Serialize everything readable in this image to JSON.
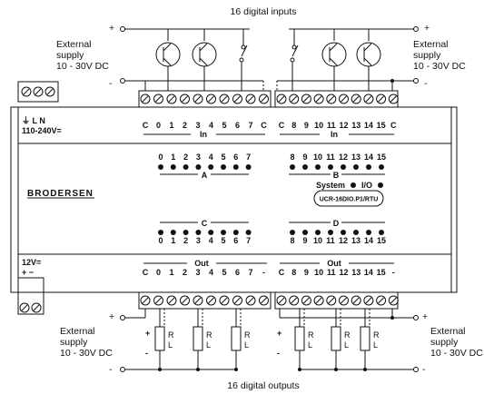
{
  "title_top": "16 digital inputs",
  "title_bottom": "16 digital outputs",
  "supply": {
    "line1": "External",
    "line2": "supply",
    "line3": "10 - 30V DC",
    "plus": "+",
    "minus": "-"
  },
  "power": {
    "ground_l_n": "⏚ L  N",
    "voltage": "110-240V="
  },
  "power12": {
    "voltage": "12V=",
    "polarity": "+  −"
  },
  "inputs": {
    "left_terminals": [
      "C",
      "0",
      "1",
      "2",
      "3",
      "4",
      "5",
      "6",
      "7",
      "C"
    ],
    "right_terminals": [
      "C",
      "8",
      "9",
      "10",
      "11",
      "12",
      "13",
      "14",
      "15",
      "C"
    ],
    "group_label": "In"
  },
  "leds": {
    "A": {
      "label": "A",
      "numbers": [
        "0",
        "1",
        "2",
        "3",
        "4",
        "5",
        "6",
        "7"
      ]
    },
    "B": {
      "label": "B",
      "numbers": [
        "8",
        "9",
        "10",
        "11",
        "12",
        "13",
        "14",
        "15"
      ]
    },
    "C": {
      "label": "C",
      "numbers": [
        "0",
        "1",
        "2",
        "3",
        "4",
        "5",
        "6",
        "7"
      ]
    },
    "D": {
      "label": "D",
      "numbers": [
        "8",
        "9",
        "10",
        "11",
        "12",
        "13",
        "14",
        "15"
      ]
    },
    "system_label": "System",
    "io_label": "I/O"
  },
  "brand": "BRODERSEN",
  "model": "UCR-16DIO.P1/RTU",
  "outputs": {
    "left_terminals": [
      "C",
      "0",
      "1",
      "2",
      "3",
      "4",
      "5",
      "6",
      "7",
      "-"
    ],
    "right_terminals": [
      "C",
      "8",
      "9",
      "10",
      "11",
      "12",
      "13",
      "14",
      "15",
      "-"
    ],
    "group_label": "Out"
  },
  "load": {
    "r": "R",
    "l": "L",
    "plus": "+",
    "minus": "-"
  },
  "colors": {
    "panel": "#e8e8e8",
    "line": "#111111",
    "background": "#ffffff"
  }
}
